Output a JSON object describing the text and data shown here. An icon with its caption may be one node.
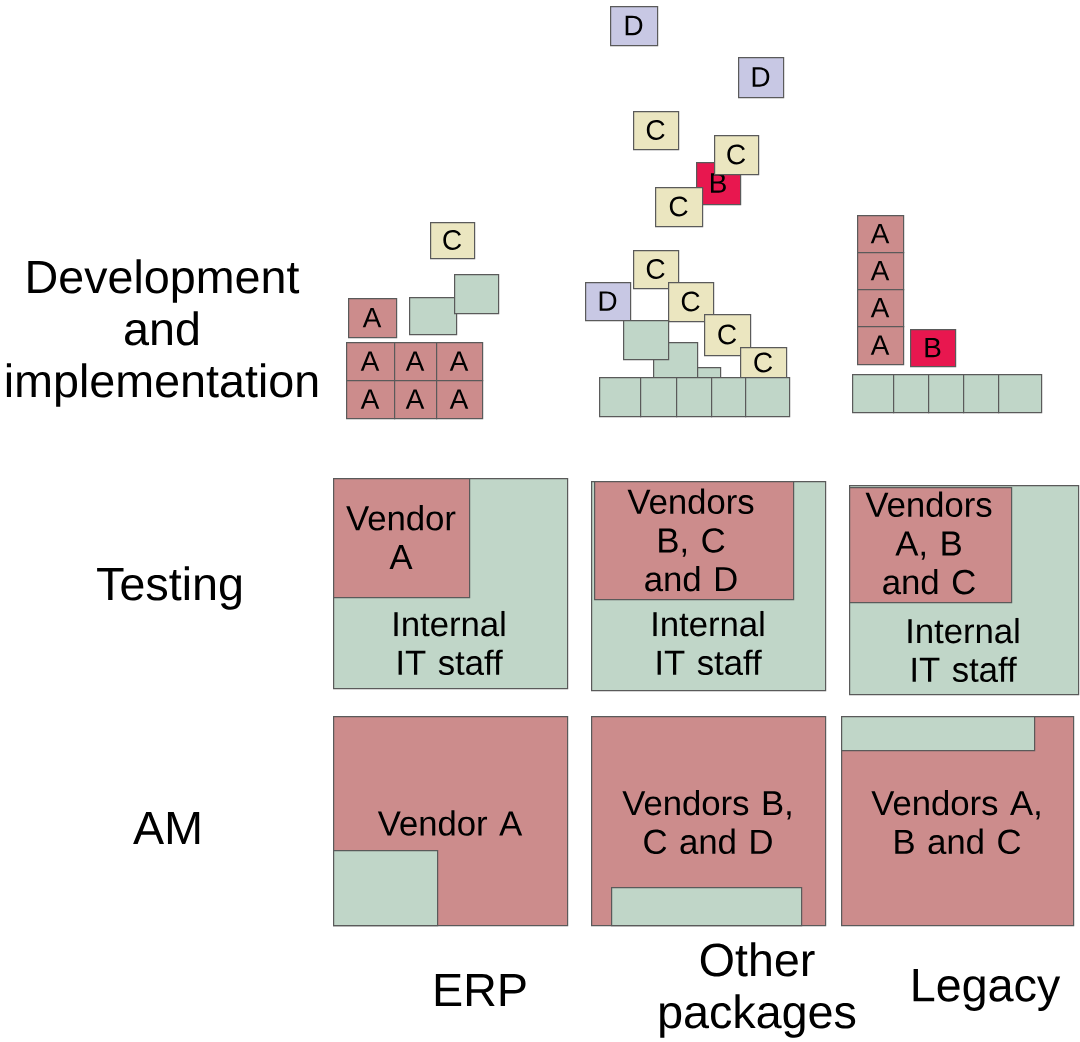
{
  "diagram": {
    "nodes": [
      {
        "text": [
          "C"
        ]
      },
      {
        "text": [
          "A"
        ]
      },
      {
        "text": [],
        "shape": "box"
      },
      {
        "text": [],
        "shape": "box"
      },
      {
        "text": [
          "A"
        ]
      },
      {
        "text": [
          "A"
        ]
      },
      {
        "text": [
          "A"
        ]
      },
      {
        "text": [
          "A"
        ]
      },
      {
        "text": [
          "A"
        ]
      },
      {
        "text": [
          "A"
        ]
      },
      {
        "text": [
          "D"
        ]
      },
      {
        "text": [
          "D"
        ]
      },
      {
        "text": [
          "C"
        ]
      },
      {
        "text": [
          "B"
        ]
      },
      {
        "text": [
          "C"
        ]
      },
      {
        "text": [
          "C"
        ]
      },
      {
        "text": [
          "C"
        ]
      },
      {
        "text": [
          "D"
        ]
      },
      {
        "text": [
          "C"
        ]
      },
      {
        "text": [
          "C"
        ]
      },
      {
        "text": [
          "C"
        ]
      },
      {
        "text": [],
        "shape": "box"
      },
      {
        "text": [],
        "shape": "box"
      },
      {
        "text": [],
        "shape": "box"
      },
      {
        "text": [],
        "shape": "box"
      },
      {
        "text": [],
        "shape": "box"
      },
      {
        "text": [],
        "shape": "box"
      },
      {
        "text": [],
        "shape": "box"
      },
      {
        "text": [],
        "shape": "box"
      },
      {
        "text": [
          "A"
        ]
      },
      {
        "text": [
          "A"
        ]
      },
      {
        "text": [
          "A"
        ]
      },
      {
        "text": [
          "A"
        ]
      },
      {
        "text": [
          "B"
        ]
      },
      {
        "text": [],
        "shape": "box"
      },
      {
        "text": [],
        "shape": "box"
      },
      {
        "text": [],
        "shape": "box"
      },
      {
        "text": [],
        "shape": "box"
      },
      {
        "text": [],
        "shape": "box"
      },
      {
        "text": [
          "Internal IT staff"
        ]
      },
      {
        "text": [
          "Vendor A"
        ],
        "in": 39
      },
      {
        "text": [
          "Internal IT staff"
        ]
      },
      {
        "text": [
          "Vendors B, C and D"
        ],
        "in": 41
      },
      {
        "text": [
          "Internal IT staff"
        ]
      },
      {
        "text": [
          "Vendors A, B and C"
        ],
        "in": 43
      },
      {
        "text": [
          "Vendor A"
        ]
      },
      {
        "text": [],
        "shape": "box",
        "in": 45
      },
      {
        "text": [
          "Vendors B, C and D"
        ]
      },
      {
        "text": [],
        "shape": "box",
        "in": 47
      },
      {
        "text": [
          "Vendors A, B and C"
        ]
      },
      {
        "text": [],
        "shape": "box",
        "in": 49
      }
    ],
    "labels": [
      "Development and implementation",
      "Testing",
      "AM",
      "ERP",
      "Other packages",
      "Legacy"
    ]
  }
}
